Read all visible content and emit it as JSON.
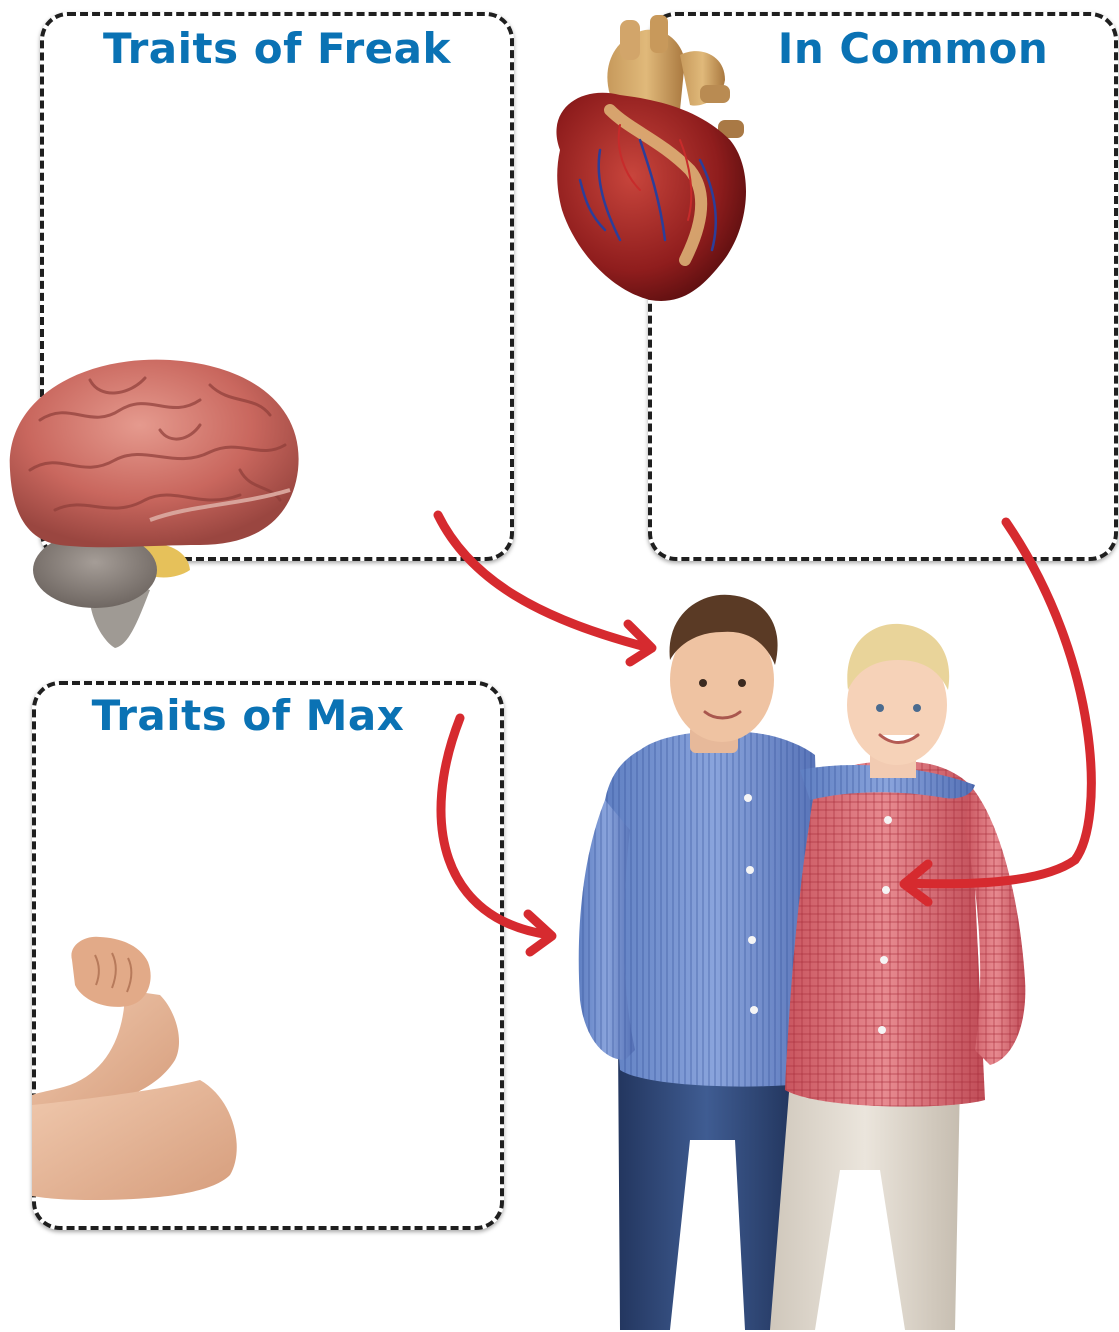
{
  "boxes": {
    "freak": {
      "title": "Traits of Freak"
    },
    "common": {
      "title": "In Common"
    },
    "max": {
      "title": "Traits of Max"
    }
  },
  "colors": {
    "title": "#0a72b4",
    "arrow": "#d62a2f",
    "border": "#1f1f1f"
  },
  "icons": [
    "brain-icon",
    "heart-icon",
    "flexed-arm-icon",
    "two-boys-photo"
  ]
}
